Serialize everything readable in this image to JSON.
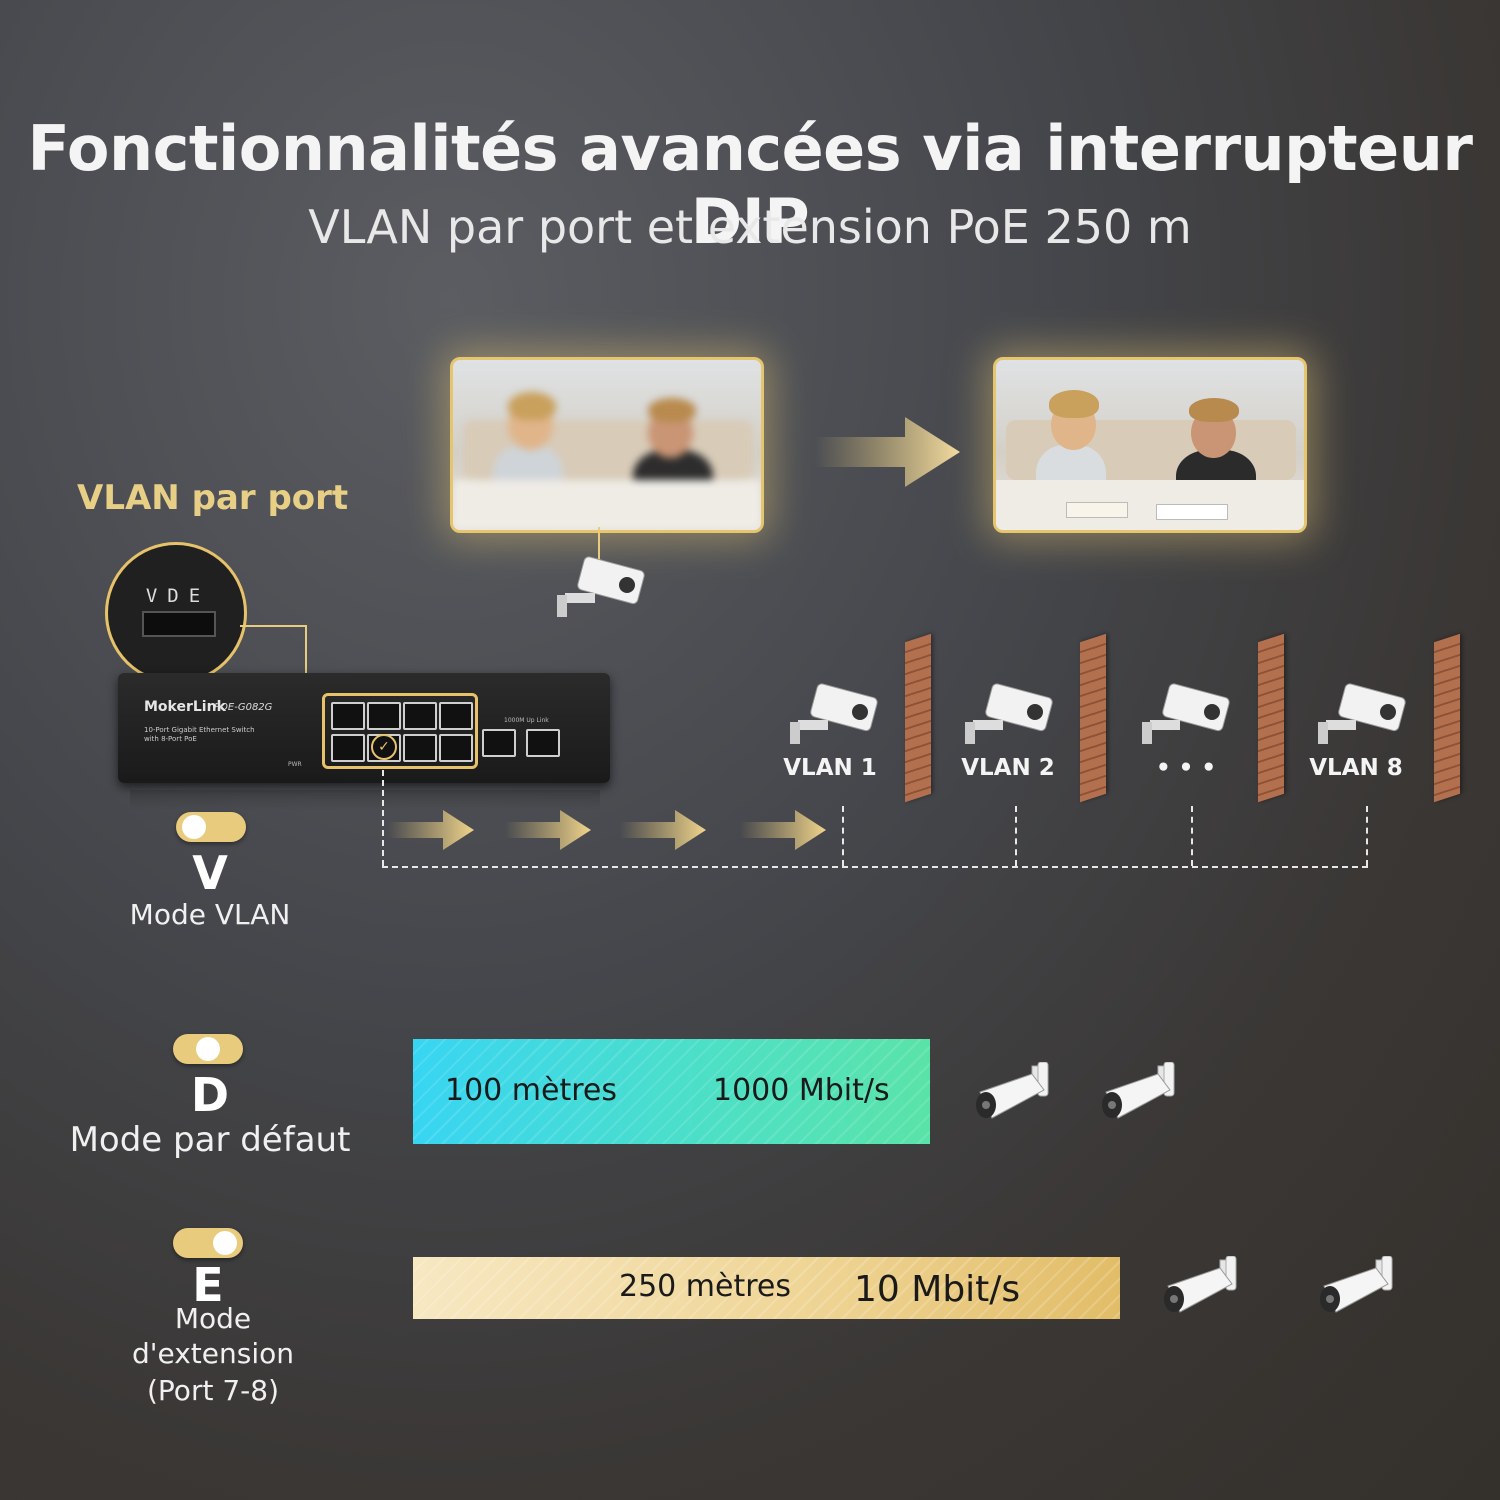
{
  "header": {
    "title": "Fonctionnalités avancées via interrupteur DIP",
    "subtitle": "VLAN par port et extension PoE 250 m"
  },
  "vlan_section": {
    "label": "VLAN par port",
    "dip_letters": {
      "v": "V",
      "d": "D",
      "e": "E"
    },
    "switch_brand": "MokerLink",
    "switch_model": "POE-G082G",
    "switch_desc_1": "10-Port Gigabit Ethernet Switch",
    "switch_desc_2": "with 8-Port PoE",
    "switch_uplink": "1000M Up Link",
    "switch_pwr": "PWR",
    "cameras": [
      "VLAN 1",
      "VLAN 2",
      "• • •",
      "VLAN 8"
    ]
  },
  "modes": [
    {
      "letter": "V",
      "text": "Mode VLAN"
    },
    {
      "letter": "D",
      "text": "Mode par défaut"
    },
    {
      "letter": "E",
      "text_1": "Mode",
      "text_2": "d'extension",
      "text_3": "(Port 7-8)"
    }
  ],
  "bars": {
    "default": {
      "distance": "100 mètres",
      "speed": "1000 Mbit/s",
      "color_start": "#3fd7f0",
      "color_end": "#4fe2b0"
    },
    "extend": {
      "distance": "250 mètres",
      "speed": "10 Mbit/s",
      "color_start": "#f6e3b4",
      "color_end": "#e3bf6c"
    }
  },
  "colors": {
    "accent": "#e8cb7c"
  },
  "icons": [
    "security-camera-icon",
    "bullet-camera-icon",
    "brick-wall-icon",
    "arrow-right-icon",
    "checkmark-icon"
  ]
}
